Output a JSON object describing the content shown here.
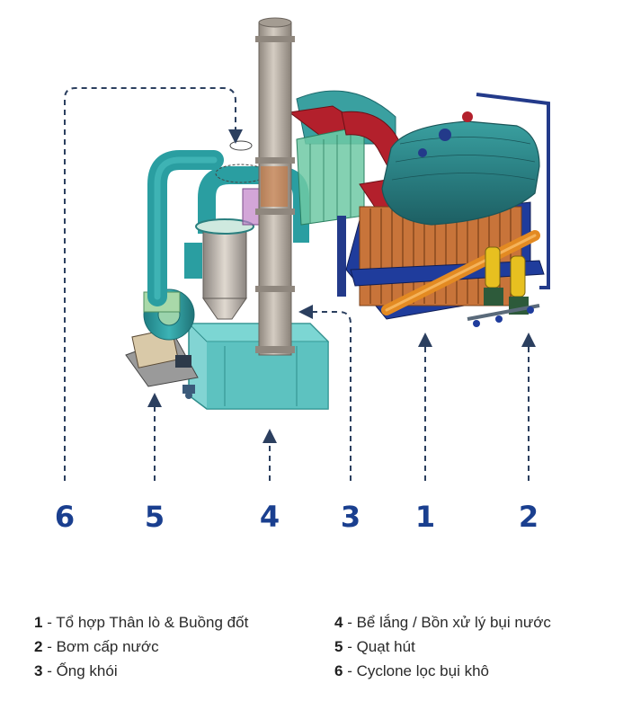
{
  "callouts": [
    {
      "number": "6",
      "label": "Cyclone lọc bụi khô"
    },
    {
      "number": "5",
      "label": "Quạt hút"
    },
    {
      "number": "4",
      "label": "Bể lắng / Bồn xử lý bụi nước"
    },
    {
      "number": "3",
      "label": "Ống khói"
    },
    {
      "number": "1",
      "label": "Tổ hợp Thân lò & Buồng đốt"
    },
    {
      "number": "2",
      "label": "Bơm cấp nước"
    }
  ],
  "legend": {
    "left": [
      {
        "number": "1",
        "sep": " - ",
        "text": "Tổ hợp Thân lò & Buồng đốt"
      },
      {
        "number": "2",
        "sep": " - ",
        "text": "Bơm cấp nước"
      },
      {
        "number": "3",
        "sep": " - ",
        "text": "Ống khói"
      }
    ],
    "right": [
      {
        "number": "4",
        "sep": " - ",
        "text": "Bể lắng / Bồn xử lý bụi nước"
      },
      {
        "number": "5",
        "sep": " - ",
        "text": "Quạt hút"
      },
      {
        "number": "6",
        "sep": " - ",
        "text": "Cyclone lọc bụi khô"
      }
    ]
  },
  "colors": {
    "callout_number": "#1a3f8f",
    "leader_line": "#2b3f5f",
    "teal_equipment": "#2f9fa3",
    "boiler_shell": "#2b8a8c",
    "brick_orange": "#c8743a",
    "red_hood": "#b3202c",
    "chimney_grey": "#b7aea4"
  }
}
